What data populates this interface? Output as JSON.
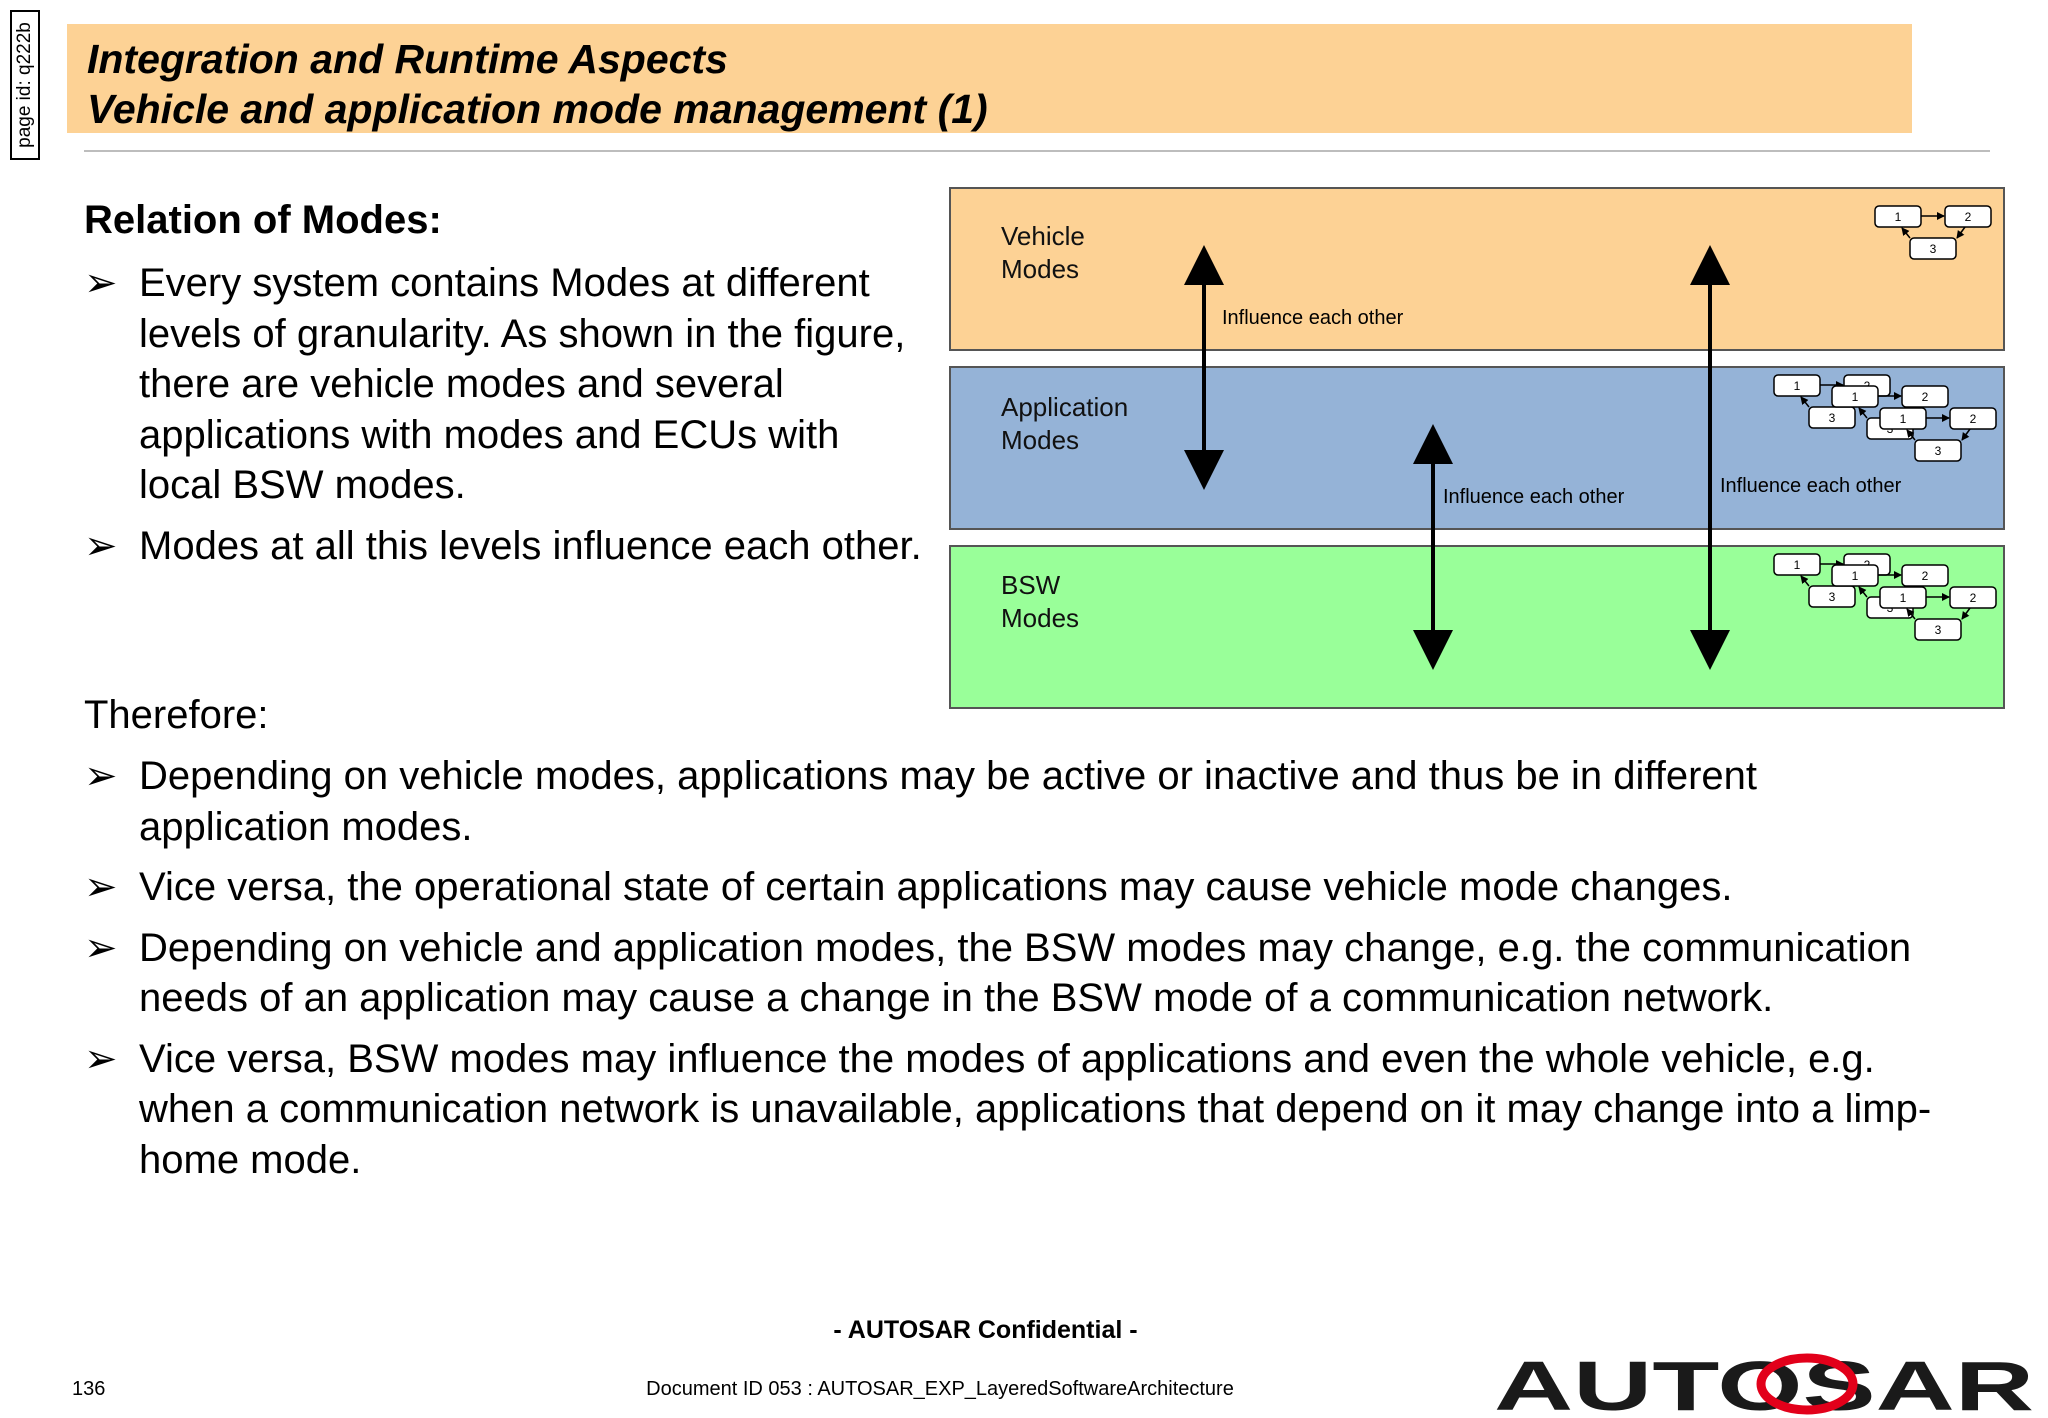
{
  "page_id": "page id: q222b",
  "title": {
    "line1": "Integration and Runtime Aspects",
    "line2": "Vehicle and application mode management (1)"
  },
  "relation": {
    "heading": "Relation of Modes:",
    "bullets": [
      "Every system contains Modes at different levels of granularity. As shown in the figure, there are vehicle modes and several applications with modes and ECUs with local BSW modes.",
      "Modes at all this levels influence each other."
    ]
  },
  "diagram": {
    "layers": [
      {
        "line1": "Vehicle",
        "line2": "Modes",
        "color": "#fdd295"
      },
      {
        "line1": "Application",
        "line2": "Modes",
        "color": "#95b3d7"
      },
      {
        "line1": "BSW",
        "line2": "Modes",
        "color": "#99ff99"
      }
    ],
    "influence_labels": [
      "Influence each other",
      "Influence each other",
      "Influence each other"
    ],
    "state_numbers": [
      "1",
      "2",
      "3"
    ]
  },
  "therefore": {
    "heading": "Therefore:",
    "bullets": [
      "Depending on vehicle modes, applications may be active or inactive and thus be in different application modes.",
      "Vice versa, the operational state of certain applications may cause vehicle mode changes.",
      "Depending on vehicle and application modes, the BSW modes may change, e.g. the communication needs of an application may cause a change in the BSW mode of a communication network.",
      "Vice versa, BSW modes may influence the modes of applications and even the whole vehicle, e.g. when a communication network is unavailable, applications that depend on it may change into a limp-home mode."
    ]
  },
  "footer": {
    "confidential": "- AUTOSAR Confidential -",
    "page_number": "136",
    "document_id": "Document ID 053 : AUTOSAR_EXP_LayeredSoftwareArchitecture",
    "logo_text": "AUTOSAR"
  }
}
